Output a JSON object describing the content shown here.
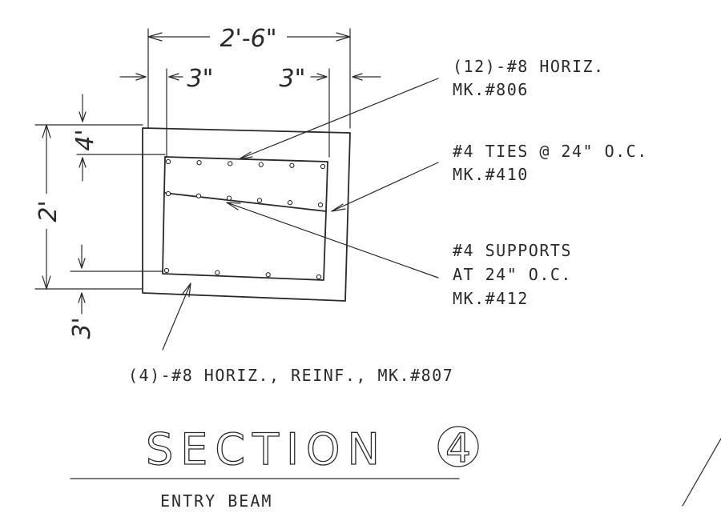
{
  "dimensions": {
    "overall_width": "2'-6\"",
    "left_cover": "3\"",
    "right_cover": "3\"",
    "top_cover": "4'",
    "overall_depth": "2'",
    "bottom_cover": "3'"
  },
  "callouts": {
    "top_bars": {
      "line1": "(12)-#8 HORIZ.",
      "line2": "MK.#806"
    },
    "ties": {
      "line1": "#4 TIES @ 24\" O.C.",
      "line2": "MK.#410"
    },
    "supports": {
      "line1": "#4 SUPPORTS",
      "line2": "AT 24\" O.C.",
      "line3": "MK.#412"
    },
    "bottom_bars": {
      "line1": "(4)-#8 HORIZ., REINF., MK.#807"
    }
  },
  "section": {
    "title": "SECTION",
    "number": "4",
    "subtitle": "ENTRY BEAM"
  }
}
